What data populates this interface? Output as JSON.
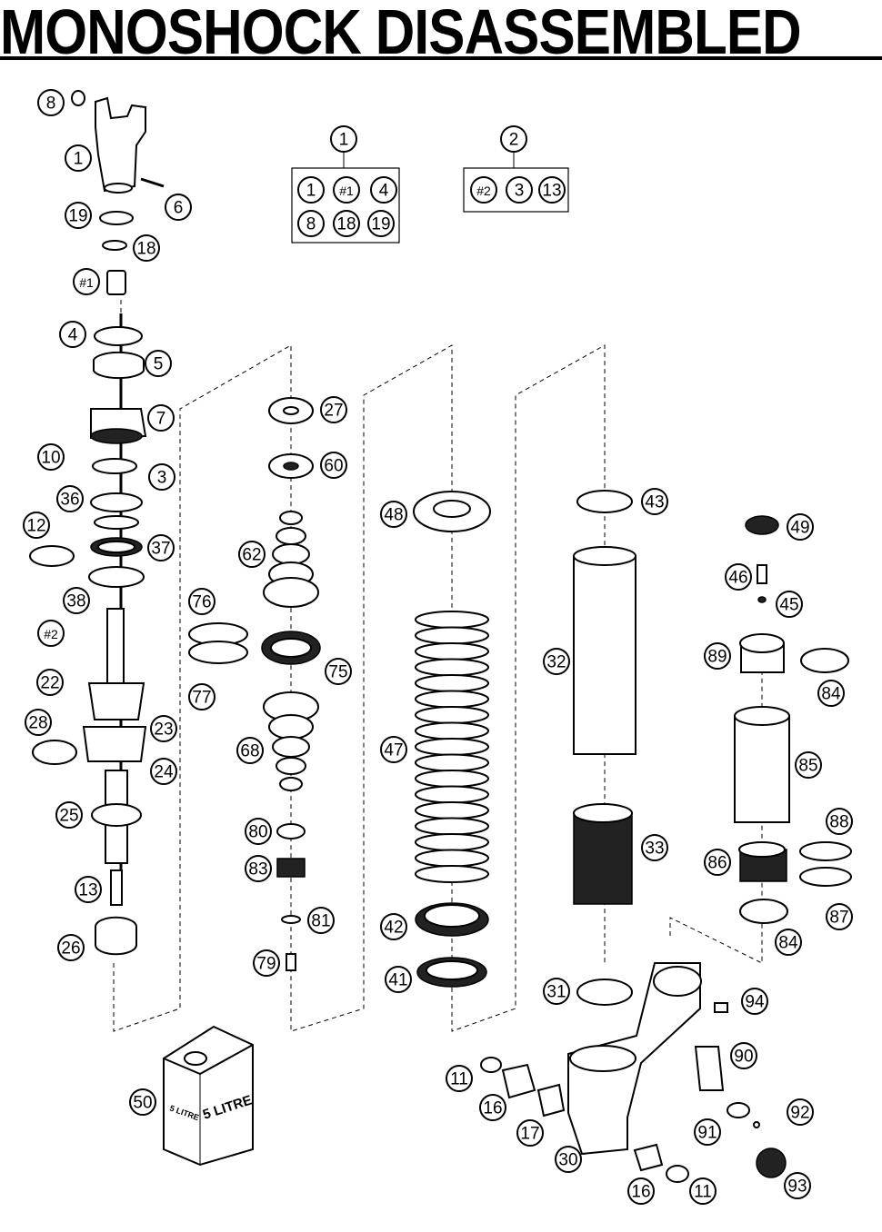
{
  "title": "MONOSHOCK DISASSEMBLED",
  "can_labels": [
    "5 LITRE",
    "5 LITRE"
  ],
  "callouts": [
    {
      "key": "8a",
      "label": "8"
    },
    {
      "key": "1a",
      "label": "1"
    },
    {
      "key": "6",
      "label": "6"
    },
    {
      "key": "19a",
      "label": "19"
    },
    {
      "key": "18a",
      "label": "18"
    },
    {
      "key": "h1a",
      "label": "#1"
    },
    {
      "key": "4a",
      "label": "4"
    },
    {
      "key": "5",
      "label": "5"
    },
    {
      "key": "7",
      "label": "7"
    },
    {
      "key": "10",
      "label": "10"
    },
    {
      "key": "3a",
      "label": "3"
    },
    {
      "key": "36",
      "label": "36"
    },
    {
      "key": "12",
      "label": "12"
    },
    {
      "key": "37",
      "label": "37"
    },
    {
      "key": "38",
      "label": "38"
    },
    {
      "key": "h2a",
      "label": "#2"
    },
    {
      "key": "22",
      "label": "22"
    },
    {
      "key": "28",
      "label": "28"
    },
    {
      "key": "23",
      "label": "23"
    },
    {
      "key": "24",
      "label": "24"
    },
    {
      "key": "25",
      "label": "25"
    },
    {
      "key": "13a",
      "label": "13"
    },
    {
      "key": "26",
      "label": "26"
    },
    {
      "key": "k1",
      "label": "1"
    },
    {
      "key": "k1_1",
      "label": "1"
    },
    {
      "key": "k1_h1",
      "label": "#1"
    },
    {
      "key": "k1_4",
      "label": "4"
    },
    {
      "key": "k1_8",
      "label": "8"
    },
    {
      "key": "k1_18",
      "label": "18"
    },
    {
      "key": "k1_19",
      "label": "19"
    },
    {
      "key": "k2",
      "label": "2"
    },
    {
      "key": "k2_h2",
      "label": "#2"
    },
    {
      "key": "k2_3",
      "label": "3"
    },
    {
      "key": "k2_13",
      "label": "13"
    },
    {
      "key": "27",
      "label": "27"
    },
    {
      "key": "60",
      "label": "60"
    },
    {
      "key": "62",
      "label": "62"
    },
    {
      "key": "76",
      "label": "76"
    },
    {
      "key": "75",
      "label": "75"
    },
    {
      "key": "77",
      "label": "77"
    },
    {
      "key": "68",
      "label": "68"
    },
    {
      "key": "80",
      "label": "80"
    },
    {
      "key": "83",
      "label": "83"
    },
    {
      "key": "81",
      "label": "81"
    },
    {
      "key": "79",
      "label": "79"
    },
    {
      "key": "48",
      "label": "48"
    },
    {
      "key": "47",
      "label": "47"
    },
    {
      "key": "42",
      "label": "42"
    },
    {
      "key": "41",
      "label": "41"
    },
    {
      "key": "43",
      "label": "43"
    },
    {
      "key": "32",
      "label": "32"
    },
    {
      "key": "33",
      "label": "33"
    },
    {
      "key": "31",
      "label": "31"
    },
    {
      "key": "49",
      "label": "49"
    },
    {
      "key": "46",
      "label": "46"
    },
    {
      "key": "45",
      "label": "45"
    },
    {
      "key": "89",
      "label": "89"
    },
    {
      "key": "84a",
      "label": "84"
    },
    {
      "key": "85",
      "label": "85"
    },
    {
      "key": "88",
      "label": "88"
    },
    {
      "key": "86",
      "label": "86"
    },
    {
      "key": "87",
      "label": "87"
    },
    {
      "key": "84b",
      "label": "84"
    },
    {
      "key": "94",
      "label": "94"
    },
    {
      "key": "90",
      "label": "90"
    },
    {
      "key": "11a",
      "label": "11"
    },
    {
      "key": "16a",
      "label": "16"
    },
    {
      "key": "17",
      "label": "17"
    },
    {
      "key": "92",
      "label": "92"
    },
    {
      "key": "91",
      "label": "91"
    },
    {
      "key": "30",
      "label": "30"
    },
    {
      "key": "16b",
      "label": "16"
    },
    {
      "key": "11b",
      "label": "11"
    },
    {
      "key": "93",
      "label": "93"
    },
    {
      "key": "50",
      "label": "50"
    }
  ]
}
